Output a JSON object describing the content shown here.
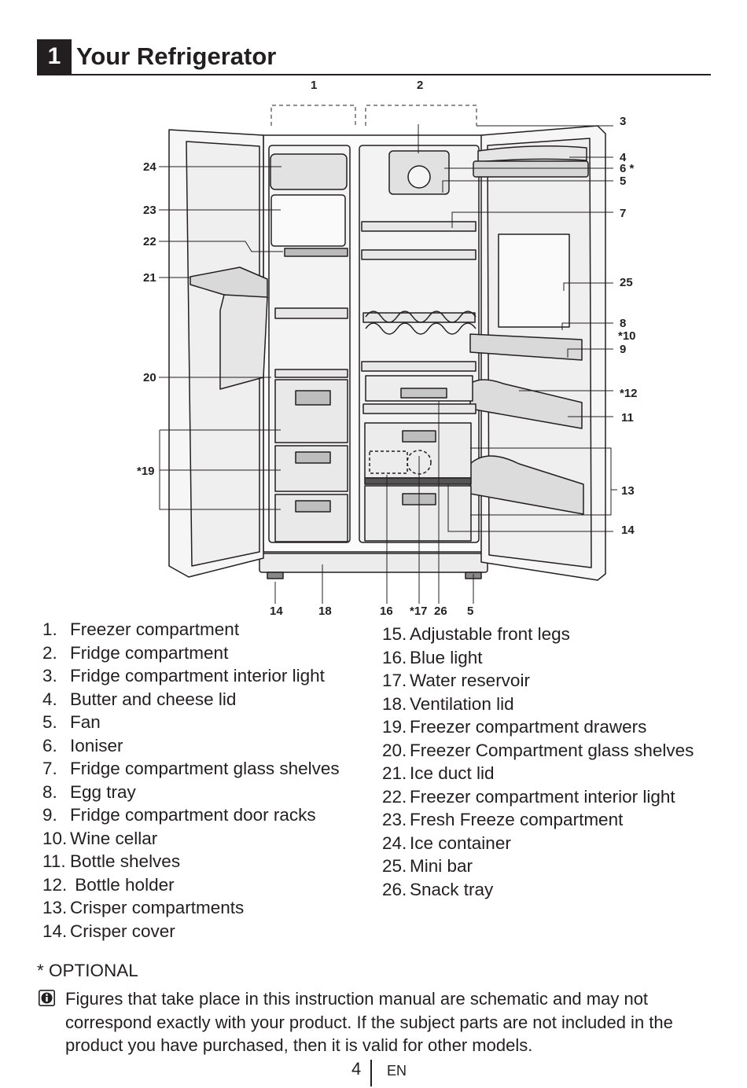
{
  "header": {
    "section_number": "1",
    "title": "Your Refrigerator"
  },
  "diagram": {
    "callouts": [
      "1",
      "2",
      "3",
      "4",
      "6 *",
      "5",
      "7",
      "25",
      "8",
      "*10",
      "9",
      "*12",
      "11",
      "13",
      "14",
      "24",
      "23",
      "22",
      "21",
      "20",
      "*19",
      "14",
      "18",
      "16",
      "*17",
      "26",
      "5"
    ]
  },
  "parts_left": [
    {
      "num": "1.",
      "label": "Freezer compartment"
    },
    {
      "num": "2.",
      "label": "Fridge compartment"
    },
    {
      "num": "3.",
      "label": "Fridge compartment interior light"
    },
    {
      "num": "4.",
      "label": "Butter and cheese lid"
    },
    {
      "num": "5.",
      "label": "Fan"
    },
    {
      "num": "6.",
      "label": "Ioniser"
    },
    {
      "num": "7.",
      "label": "Fridge compartment glass shelves"
    },
    {
      "num": "8.",
      "label": "Egg tray"
    },
    {
      "num": "9.",
      "label": "Fridge compartment door racks"
    },
    {
      "num": "10.",
      "label": "Wine cellar"
    },
    {
      "num": "11.",
      "label": "Bottle shelves"
    },
    {
      "num": "12.",
      "label": " Bottle holder"
    },
    {
      "num": "13.",
      "label": "Crisper compartments"
    },
    {
      "num": "14.",
      "label": "Crisper cover"
    }
  ],
  "parts_right": [
    {
      "num": "15.",
      "label": "Adjustable front legs"
    },
    {
      "num": "16.",
      "label": "Blue light"
    },
    {
      "num": "17.",
      "label": "Water reservoir"
    },
    {
      "num": "18.",
      "label": "Ventilation lid"
    },
    {
      "num": "19.",
      "label": "Freezer compartment drawers"
    },
    {
      "num": "20.",
      "label": "Freezer Compartment glass shelves"
    },
    {
      "num": "21.",
      "label": "Ice duct lid"
    },
    {
      "num": "22.",
      "label": "Freezer compartment interior light"
    },
    {
      "num": "23.",
      "label": "Fresh Freeze compartment"
    },
    {
      "num": "24.",
      "label": "Ice container"
    },
    {
      "num": "25.",
      "label": "Mini bar"
    },
    {
      "num": "26.",
      "label": "Snack tray"
    }
  ],
  "optional_note": "* OPTIONAL",
  "info_note": "Figures that take place in this instruction manual are schematic and may not correspond exactly with your product. If the subject parts are not included in the product you have purchased, then it is valid for other models.",
  "footer": {
    "page": "4",
    "language": "EN"
  }
}
